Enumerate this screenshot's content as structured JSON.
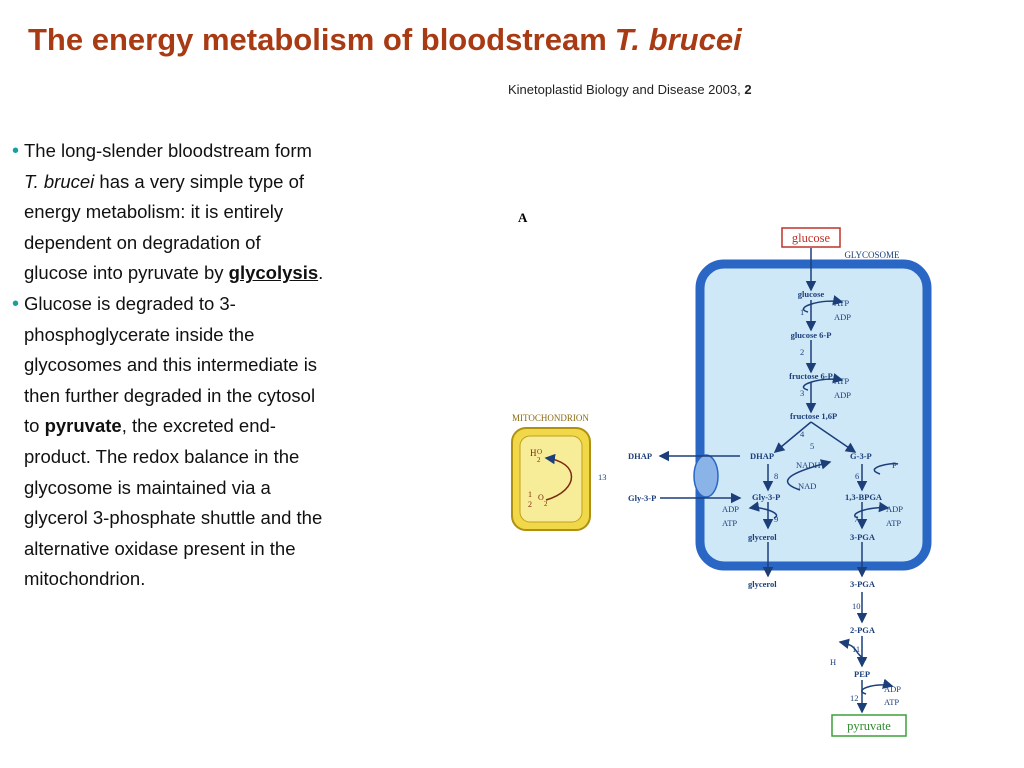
{
  "slide": {
    "title_main": "The energy metabolism of bloodstream",
    "title_italic": "T. brucei",
    "citation": "Kinetoplastid Biology and Disease 2003,",
    "citation_vol": "2"
  },
  "bullets": [
    {
      "segments": [
        {
          "text": "The long-slender bloodstream form ",
          "style": "normal"
        },
        {
          "text": "T. brucei",
          "style": "italic"
        },
        {
          "text": " has a very simple type of energy metabolism: it is entirely dependent on degradation of glucose into pyruvate by ",
          "style": "normal"
        },
        {
          "text": "glycolysis",
          "style": "bold-underline"
        },
        {
          "text": ".",
          "style": "normal"
        }
      ]
    },
    {
      "segments": [
        {
          "text": "Glucose is degraded to 3-phosphoglycerate inside the glycosomes and this intermediate is then further degraded in the cytosol to ",
          "style": "normal"
        },
        {
          "text": "pyruvate",
          "style": "bold"
        },
        {
          "text": ", the excreted end-product. The redox balance in the glycosome is maintained via a glycerol 3-phosphate shuttle and the alternative oxidase present in the mitochondrion.",
          "style": "normal"
        }
      ]
    }
  ],
  "diagram": {
    "panel_letter": "A",
    "glycosome_label": "GLYCOSOME",
    "mitochondrion_label": "MITOCHONDRION",
    "glucose_box": "glucose",
    "pyruvate_box": "pyruvate",
    "metabolites": {
      "glucose": "glucose",
      "glucose6p": "glucose 6-P",
      "fructose6p": "fructose 6-P",
      "fructose16p2": "fructose 1,6P",
      "dhap_in": "DHAP",
      "g3p": "G-3-P",
      "gly3p_in": "Gly-3-P",
      "bpga": "1,3-BPGA",
      "glycerol_in": "glycerol",
      "pga3_in": "3-PGA",
      "glycerol_out": "glycerol",
      "pga3_out": "3-PGA",
      "pga2": "2-PGA",
      "pep": "PEP",
      "dhap_out": "DHAP",
      "gly3p_out": "Gly-3-P"
    },
    "cofactors": {
      "atp": "ATP",
      "adp": "ADP",
      "nadh": "NADH",
      "nad": "NAD",
      "pi": "P",
      "h2o": "H",
      "o2_frac": "1"
    },
    "steps": [
      "1",
      "2",
      "3",
      "4",
      "5",
      "6",
      "7",
      "8",
      "9",
      "10",
      "11",
      "12",
      "13"
    ]
  }
}
